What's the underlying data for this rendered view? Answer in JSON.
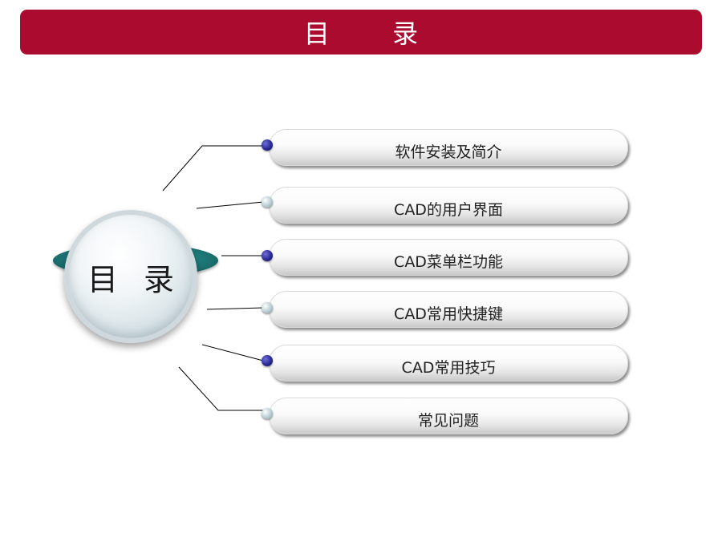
{
  "header": {
    "title": "目 录"
  },
  "hub": {
    "label": "目 录"
  },
  "items": [
    {
      "label": "软件安装及简介",
      "dot": "dark"
    },
    {
      "label": "CAD的用户界面",
      "dot": "light"
    },
    {
      "label": "CAD菜单栏功能",
      "dot": "dark"
    },
    {
      "label": "CAD常用快捷键",
      "dot": "light"
    },
    {
      "label": "CAD常用技巧",
      "dot": "dark"
    },
    {
      "label": "常见问题",
      "dot": "light"
    }
  ],
  "colors": {
    "title_bar": "#ab0b2e",
    "dot_dark": "#2a2a95",
    "dot_light": "#b7cdd2",
    "hub_ring": "#1f7a7a"
  }
}
